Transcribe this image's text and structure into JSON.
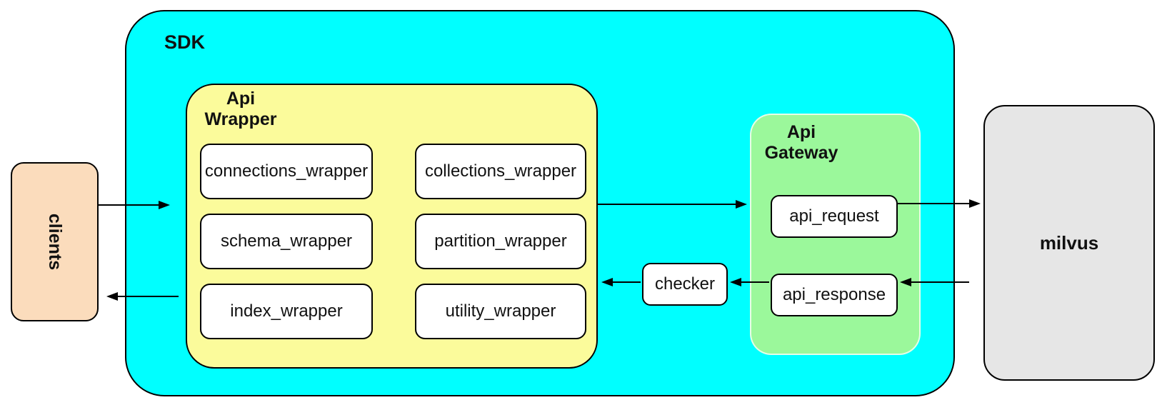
{
  "diagram": {
    "clients": {
      "label": "clients",
      "fill": "#fbdcbc"
    },
    "sdk": {
      "label": "SDK",
      "fill": "#00ffff"
    },
    "api_wrapper": {
      "label": "Api\nWrapper",
      "fill": "#fbfb9b",
      "wrappers": {
        "connections": "connections_wrapper",
        "collections": "collections_wrapper",
        "schema": "schema_wrapper",
        "partition": "partition_wrapper",
        "index": "index_wrapper",
        "utility": "utility_wrapper"
      }
    },
    "checker": {
      "label": "checker",
      "fill": "#ffffff"
    },
    "api_gateway": {
      "label": "Api\nGateway",
      "fill": "#9bf89b",
      "api_request": "api_request",
      "api_response": "api_response"
    },
    "milvus": {
      "label": "milvus",
      "fill": "#e6e6e6"
    },
    "edges": {
      "color": "#000000",
      "list": [
        "clients -> sdk",
        "api_wrapper -> api_gateway",
        "api_request -> milvus",
        "milvus -> api_response",
        "api_response -> checker",
        "checker -> api_wrapper",
        "sdk -> clients"
      ]
    }
  }
}
